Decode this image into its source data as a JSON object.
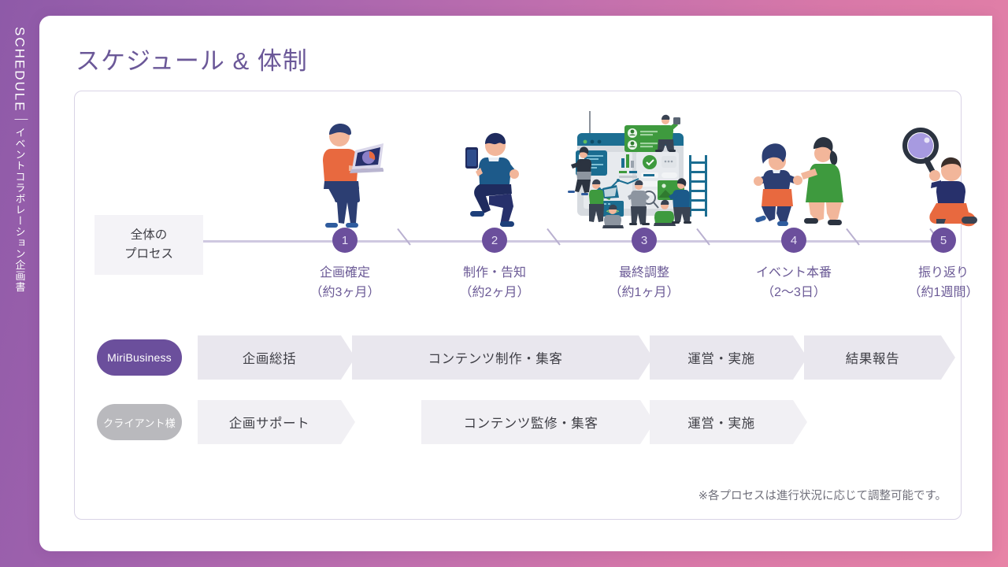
{
  "rail": {
    "label": "SCHEDULE",
    "separator": "｜",
    "subtitle": "イベントコラボレーション企画書"
  },
  "page": {
    "title": "スケジュール & 体制",
    "footnote": "※各プロセスは進行状況に応じて調整可能です。"
  },
  "timeline": {
    "row_label_line1": "全体の",
    "row_label_line2": "プロセス",
    "steps": [
      {
        "number": "1",
        "name": "企画確定",
        "duration": "（約3ヶ月）",
        "illustration": "person-with-laptop-illustration"
      },
      {
        "number": "2",
        "name": "制作・告知",
        "duration": "（約2ヶ月）",
        "illustration": "person-with-phone-illustration"
      },
      {
        "number": "3",
        "name": "最終調整",
        "duration": "（約1ヶ月）",
        "illustration": "team-dashboard-illustration"
      },
      {
        "number": "4",
        "name": "イベント本番",
        "duration": "（2〜3日）",
        "illustration": "two-people-greeting-illustration"
      },
      {
        "number": "5",
        "name": "振り返り",
        "duration": "（約1週間）",
        "illustration": "person-with-magnifier-illustration"
      }
    ]
  },
  "roles": [
    {
      "pill": "MiriBusiness",
      "tasks": [
        {
          "label": "企画総括"
        },
        {
          "label": "コンテンツ制作・集客"
        },
        {
          "label": "運営・実施"
        },
        {
          "label": "結果報告"
        }
      ]
    },
    {
      "pill": "クライアント様",
      "tasks": [
        {
          "label": "企画サポート"
        },
        {
          "label": "コンテンツ監修・集客"
        },
        {
          "label": "運営・実施"
        }
      ]
    }
  ],
  "colors": {
    "brand_purple": "#6b4f9c",
    "title_purple": "#6b5898",
    "muted_gray": "#b9b9bd",
    "chevron_row1": "#e9e7ee",
    "chevron_row2": "#f1f0f4",
    "gradient_start": "#8e5aa8",
    "gradient_end": "#e783a6"
  }
}
